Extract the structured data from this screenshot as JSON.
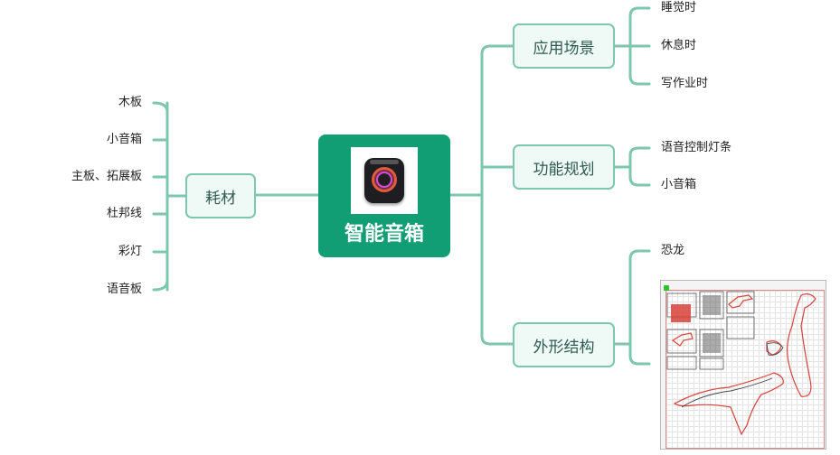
{
  "root": {
    "title": "智能音箱",
    "icon": "smart-speaker-icon"
  },
  "left_branch": {
    "label": "耗材",
    "items": [
      "木板",
      "小音箱",
      "主板、拓展板",
      "杜邦线",
      "彩灯",
      "语音板"
    ]
  },
  "right_branches": [
    {
      "label": "应用场景",
      "items": [
        "睡觉时",
        "休息时",
        "写作业时"
      ]
    },
    {
      "label": "功能规划",
      "items": [
        "语音控制灯条",
        "小音箱"
      ]
    },
    {
      "label": "外形结构",
      "items": [
        "恐龙"
      ],
      "image": "dinosaur-laser-cut-layout"
    }
  ],
  "colors": {
    "root_fill": "#129e74",
    "node_fill": "#effaf7",
    "node_border": "#7cc7ad",
    "link": "#7cc7ad"
  }
}
